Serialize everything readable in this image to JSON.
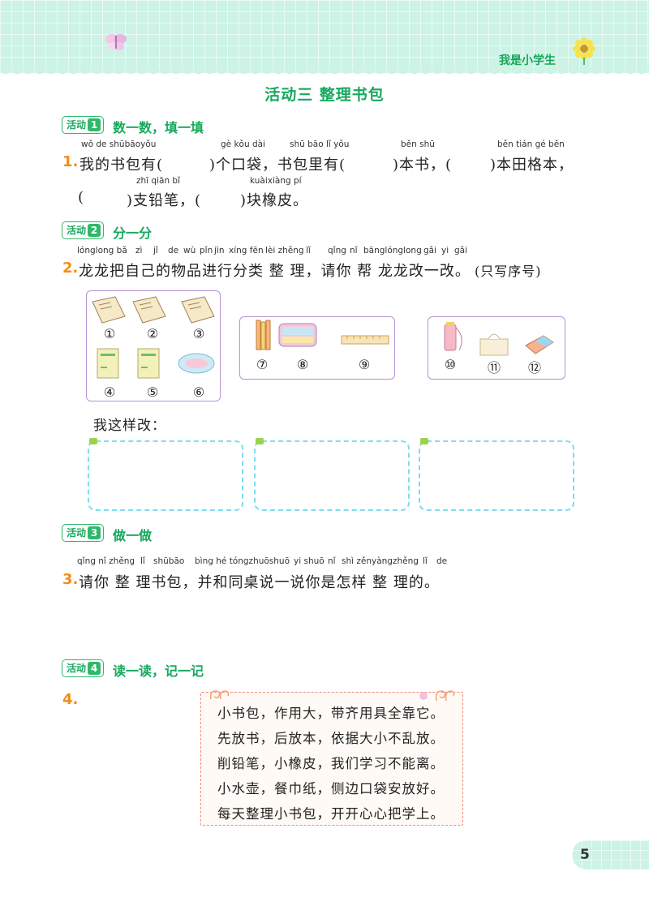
{
  "header": {
    "grade_label": "我是小学生"
  },
  "title": "活动三   整理书包",
  "sections": [
    {
      "badge": "活动",
      "num": "1",
      "title": "数一数，填一填"
    },
    {
      "badge": "活动",
      "num": "2",
      "title": "分一分"
    },
    {
      "badge": "活动",
      "num": "3",
      "title": "做一做"
    },
    {
      "badge": "活动",
      "num": "4",
      "title": "读一读，记一记"
    }
  ],
  "q1": {
    "num": "1.",
    "pinyin1": [
      "wǒ de shūbāoyǒu",
      "gè kǒu dài",
      "shū bāo lǐ yǒu",
      "běn shū",
      "běn tián gé běn"
    ],
    "line1": [
      "我的书包有(",
      ")个口袋，书包里有(",
      ")本书，(",
      ")本田格本，"
    ],
    "pinyin2": [
      "zhī qiān bǐ",
      "kuàixiàng pí"
    ],
    "line2": [
      "(",
      ")支铅笔，(",
      ")块橡皮。"
    ]
  },
  "q2": {
    "num": "2.",
    "pinyin": [
      "lónglong bǎ",
      "zì",
      "jǐ",
      "de",
      "wù",
      "pǐn",
      "jìn",
      "xíng fēn",
      "lèi zhěng",
      "lǐ",
      "qǐng",
      "nǐ",
      "bānglónglong",
      "gǎi",
      "yi",
      "gǎi"
    ],
    "text": "龙龙把自己的物品进行分类 整 理，请你 帮 龙龙改一改。",
    "note": "(只写序号)",
    "groups": [
      {
        "labels": [
          "①",
          "②",
          "③",
          "④",
          "⑤",
          "⑥"
        ]
      },
      {
        "labels": [
          "⑦",
          "⑧",
          "⑨"
        ]
      },
      {
        "labels": [
          "⑩",
          "⑪",
          "⑫"
        ]
      }
    ],
    "change_label": "我这样改："
  },
  "q3": {
    "num": "3.",
    "pinyin": [
      "qǐng nǐ zhěng",
      "lǐ",
      "shūbāo",
      "bìng hé tóngzhuōshuō",
      "yi shuō",
      "nǐ",
      "shì zěnyàngzhěng",
      "lǐ",
      "de"
    ],
    "text": "请你 整 理书包，并和同桌说一说你是怎样 整 理的。"
  },
  "q4": {
    "num": "4.",
    "poem": [
      "小书包，作用大，带齐用具全靠它。",
      "先放书，后放本，依据大小不乱放。",
      "削铅笔，小橡皮，我们学习不能离。",
      "小水壶，餐巾纸，侧边口袋安放好。",
      "每天整理小书包，开开心心把学上。"
    ]
  },
  "page_number": "5",
  "colors": {
    "accent_green": "#17a85e",
    "number_orange": "#f18d1b",
    "box_purple": "#b693d6",
    "answer_cyan": "#7fdcf0"
  }
}
